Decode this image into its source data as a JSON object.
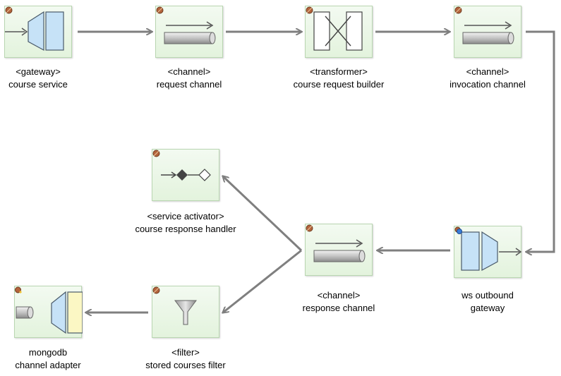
{
  "nodes": {
    "gateway": {
      "l1": "<gateway>",
      "l2": "course service"
    },
    "request_channel": {
      "l1": "<channel>",
      "l2": "request channel"
    },
    "transformer": {
      "l1": "<transformer>",
      "l2": "course request builder"
    },
    "invocation_channel": {
      "l1": "<channel>",
      "l2": "invocation channel"
    },
    "ws_gateway": {
      "l1": "ws outbound",
      "l2": "gateway"
    },
    "response_channel": {
      "l1": "<channel>",
      "l2": "response channel"
    },
    "service_activator": {
      "l1": "<service activator>",
      "l2": "course response handler"
    },
    "filter": {
      "l1": "<filter>",
      "l2": "stored courses filter"
    },
    "mongodb": {
      "l1": "mongodb",
      "l2": "channel adapter"
    }
  },
  "colors": {
    "connector": "#7f7f7f",
    "node_fill": "#e3f3dd",
    "node_border": "#b9d6b1",
    "gateway_blue": "#c6e2f7",
    "adapter_yellow": "#fbf7c4"
  }
}
